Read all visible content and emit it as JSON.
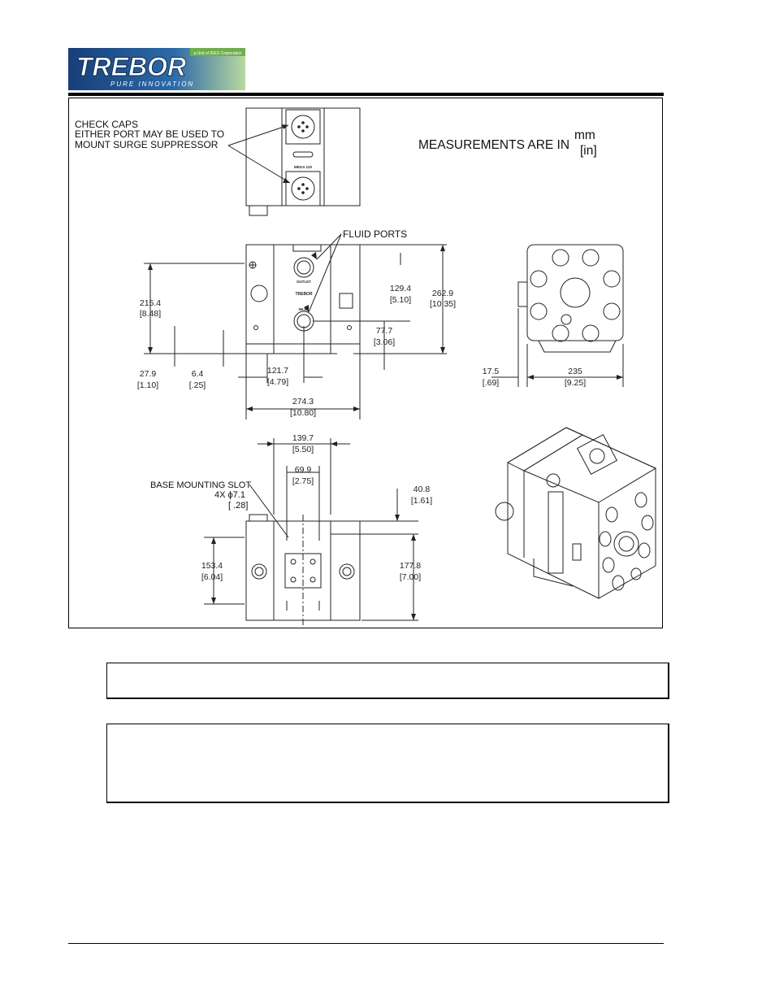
{
  "logo": {
    "brand": "TREBOR",
    "tagline": "PURE INNOVATION",
    "corner": "a Unit of IDEX Corporation"
  },
  "drawing": {
    "check_caps_note": [
      "CHECK CAPS",
      "EITHER PORT MAY BE USED TO",
      "MOUNT SURGE SUPPRESSOR"
    ],
    "units_note": "MEASUREMENTS ARE IN",
    "units_primary": "mm",
    "units_secondary": "[in]",
    "fluid_ports_label": "FLUID PORTS",
    "base_slot_label": "BASE MOUNTING SLOT",
    "base_slot_spec": "4X ϕ7.1",
    "base_slot_inch": "[ .28]",
    "part_text": {
      "outlet": "OUTLET",
      "inlet": "INLET",
      "brand": "TREBOR",
      "model": "MEGA 120"
    },
    "dimensions": {
      "d215": [
        "215.4",
        "[8.48]"
      ],
      "d129": [
        "129.4",
        "[5.10]"
      ],
      "d262": [
        "262.9",
        "[10.35]"
      ],
      "d77": [
        "77.7",
        "[3.06]"
      ],
      "d27": [
        "27.9",
        "[1.10]"
      ],
      "d6": [
        "6.4",
        "[.25]"
      ],
      "d121": [
        "121.7",
        "[4.79]"
      ],
      "d274": [
        "274.3",
        "[10.80]"
      ],
      "d17": [
        "17.5",
        "[.69]"
      ],
      "d235": [
        "235",
        "[9.25]"
      ],
      "d139": [
        "139.7",
        "[5.50]"
      ],
      "d69": [
        "69.9",
        "[2.75]"
      ],
      "d40": [
        "40.8",
        "[1.61]"
      ],
      "d153": [
        "153.4",
        "[6.04]"
      ],
      "d177": [
        "177.8",
        "[7.00]"
      ]
    }
  },
  "colors": {
    "logo_blue": "#1d4f8a",
    "logo_green": "#6fae4f",
    "line": "#222222"
  }
}
